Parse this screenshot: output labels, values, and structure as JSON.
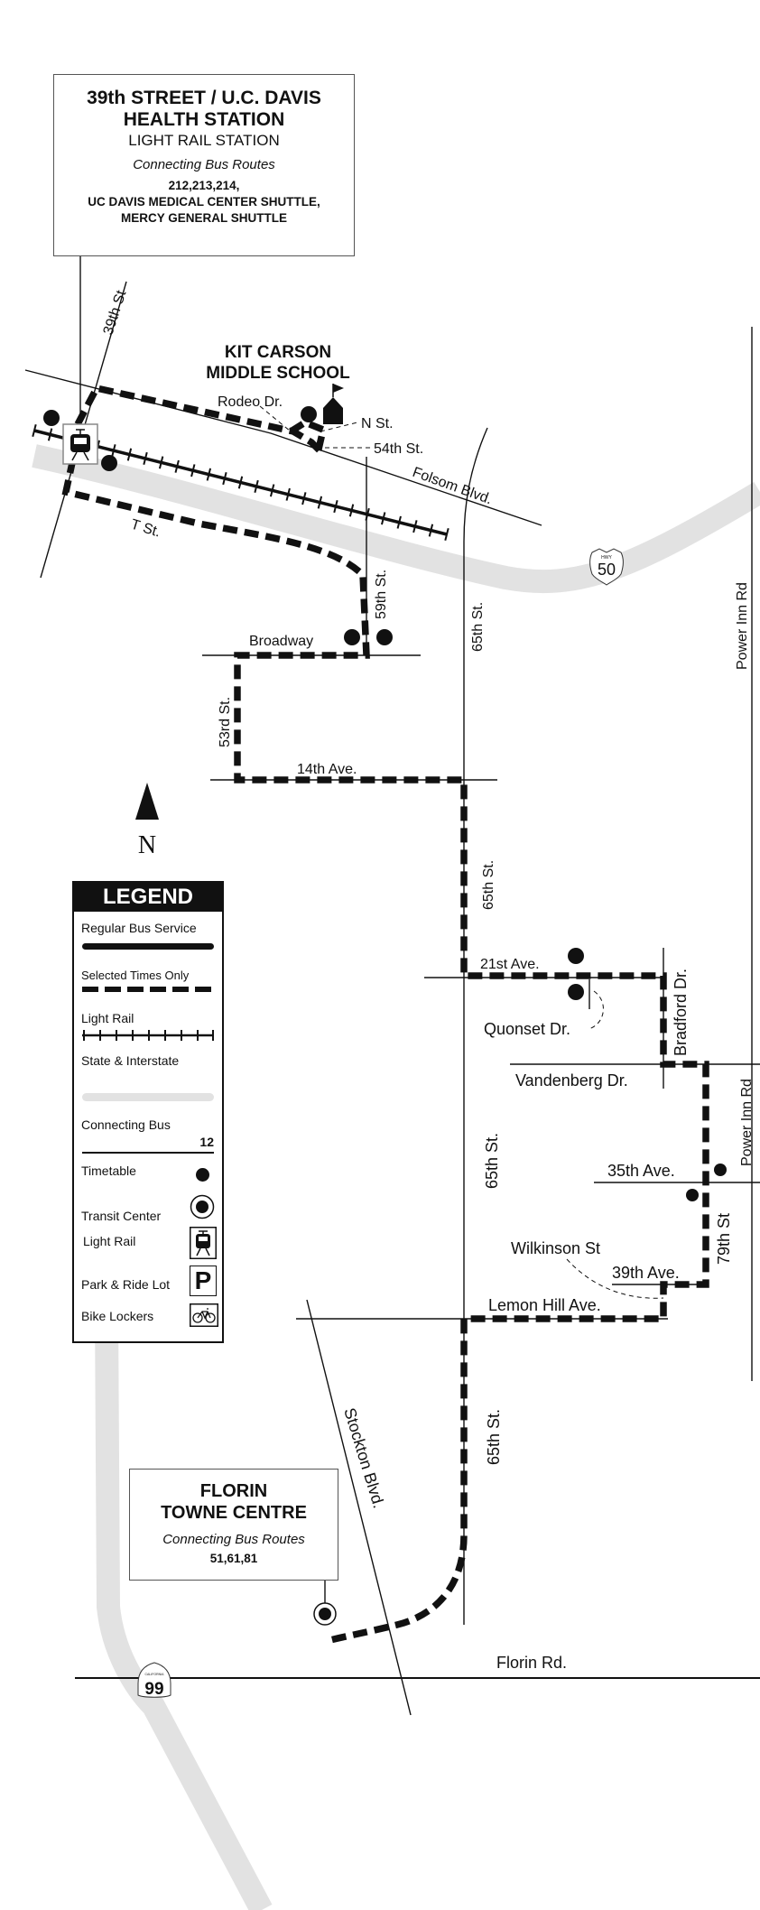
{
  "colors": {
    "ink": "#111111",
    "highway": "#e2e2e2",
    "background": "#ffffff"
  },
  "stations": {
    "north": {
      "name_line1": "39th STREET / U.C. DAVIS",
      "name_line2": "HEALTH STATION",
      "type": "LIGHT RAIL STATION",
      "connecting_label": "Connecting Bus Routes",
      "routes_line1": "212,213,214,",
      "routes_line2": "UC DAVIS MEDICAL CENTER SHUTTLE,",
      "routes_line3": "MERCY GENERAL SHUTTLE"
    },
    "south": {
      "name_line1": "FLORIN",
      "name_line2": "TOWNE CENTRE",
      "connecting_label": "Connecting Bus Routes",
      "routes": "51,61,81"
    }
  },
  "landmarks": {
    "school_line1": "KIT CARSON",
    "school_line2": "MIDDLE SCHOOL"
  },
  "streets": {
    "st39": "39th St",
    "rodeo": "Rodeo Dr.",
    "n_st": "N St.",
    "st54": "54th St.",
    "folsom": "Folsom Blvd.",
    "t_st": "T St.",
    "st59": "59th St.",
    "broadway": "Broadway",
    "st53": "53rd St.",
    "ave14": "14th  Ave.",
    "st65": "65th St.",
    "power_inn": "Power Inn Rd",
    "ave21": "21st Ave.",
    "quonset": "Quonset Dr.",
    "bradford": "Bradford  Dr.",
    "vandenberg": "Vandenberg Dr.",
    "ave35": "35th Ave.",
    "st79": "79th St",
    "wilkinson": "Wilkinson St",
    "ave39": "39th Ave.",
    "lemon_hill": "Lemon Hill Ave.",
    "stockton": "Stockton Blvd.",
    "florin": "Florin Rd."
  },
  "highways": {
    "hwy50_top": "HWY",
    "hwy50_num": "50",
    "ca99_top": "CALIFORNIA",
    "ca99_num": "99"
  },
  "north_arrow": {
    "label": "N"
  },
  "legend": {
    "title": "LEGEND",
    "regular": "Regular Bus Service",
    "selected": "Selected Times Only",
    "light_rail_line": "Light Rail",
    "highway": "State & Interstate",
    "connecting": "Connecting Bus",
    "connecting_num": "12",
    "timetable": "Timetable",
    "transit_center": "Transit Center",
    "light_rail_station": "Light Rail",
    "park_ride": "Park & Ride Lot",
    "park_ride_glyph": "P",
    "bike_lockers": "Bike Lockers"
  }
}
